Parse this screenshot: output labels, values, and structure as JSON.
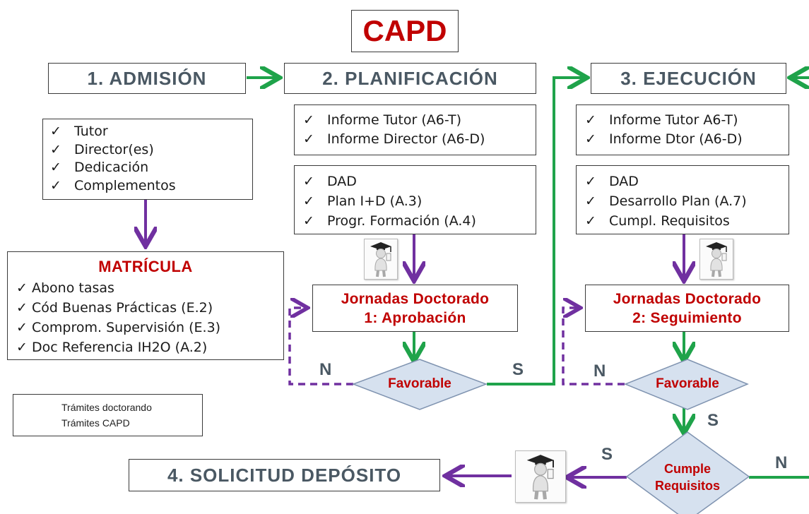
{
  "title": "CAPD",
  "stages": {
    "admision": "1. ADMISIÓN",
    "planificacion": "2. PLANIFICACIÓN",
    "ejecucion": "3. EJECUCIÓN",
    "solicitud": "4. SOLICITUD DEPÓSITO"
  },
  "check_mark": "✓",
  "admision_list": [
    "Tutor",
    "Director(es)",
    "Dedicación",
    "Complementos"
  ],
  "matricula": {
    "title": "MATRÍCULA",
    "items": [
      "Abono tasas",
      "Cód Buenas Prácticas (E.2)",
      "Comprom. Supervisión (E.3)",
      "Doc Referencia IH2O (A.2)"
    ]
  },
  "planificacion_informes": [
    "Informe Tutor (A6-T)",
    "Informe Director (A6-D)"
  ],
  "planificacion_docs": [
    "DAD",
    "Plan I+D (A.3)",
    "Progr. Formación (A.4)"
  ],
  "ejecucion_informes": [
    "Informe Tutor A6-T)",
    "Informe Dtor (A6-D)"
  ],
  "ejecucion_docs": [
    "DAD",
    "Desarrollo Plan (A.7)",
    "Cumpl. Requisitos"
  ],
  "jornadas1": [
    "Jornadas Doctorado",
    "1: Aprobación"
  ],
  "jornadas2": [
    "Jornadas Doctorado",
    "2: Seguimiento"
  ],
  "decisions": {
    "favorable": "Favorable",
    "cumple": [
      "Cumple",
      "Requisitos"
    ]
  },
  "branch_labels": {
    "yes": "S",
    "no": "N"
  },
  "legend": [
    {
      "label": "Trámites doctorando",
      "color": "#7030a0"
    },
    {
      "label": "Trámites CAPD",
      "color": "#1fa34a"
    }
  ],
  "colors": {
    "purple": "#7030a0",
    "green": "#1fa34a",
    "red": "#c00000",
    "stage_text": "#4a5863",
    "diamond_fill": "#d6e1ef",
    "diamond_stroke": "#7f93b0"
  }
}
